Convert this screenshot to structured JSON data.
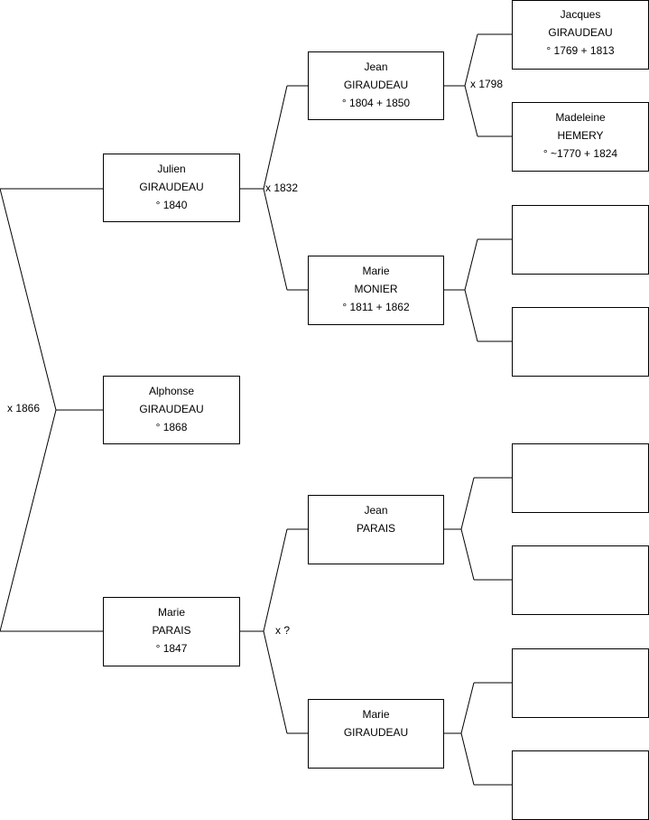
{
  "persons": {
    "alphonse": {
      "first": "Alphonse",
      "last": "GIRAUDEAU",
      "dates": "° 1868"
    },
    "julien": {
      "first": "Julien",
      "last": "GIRAUDEAU",
      "dates": "° 1840"
    },
    "marie_parais": {
      "first": "Marie",
      "last": "PARAIS",
      "dates": "° 1847"
    },
    "jean_giraudeau": {
      "first": "Jean",
      "last": "GIRAUDEAU",
      "dates": "° 1804 + 1850"
    },
    "marie_monier": {
      "first": "Marie",
      "last": "MONIER",
      "dates": "° 1811 + 1862"
    },
    "jean_parais": {
      "first": "Jean",
      "last": "PARAIS",
      "dates": ""
    },
    "marie_giraudeau": {
      "first": "Marie",
      "last": "GIRAUDEAU",
      "dates": ""
    },
    "jacques": {
      "first": "Jacques",
      "last": "GIRAUDEAU",
      "dates": "° 1769 + 1813"
    },
    "madeleine": {
      "first": "Madeleine",
      "last": "HEMERY",
      "dates": "° ~1770 + 1824"
    }
  },
  "marriages": {
    "m1866": "x 1866",
    "m1832": "x 1832",
    "m_unknown": "x ?",
    "m1798": "x 1798"
  }
}
